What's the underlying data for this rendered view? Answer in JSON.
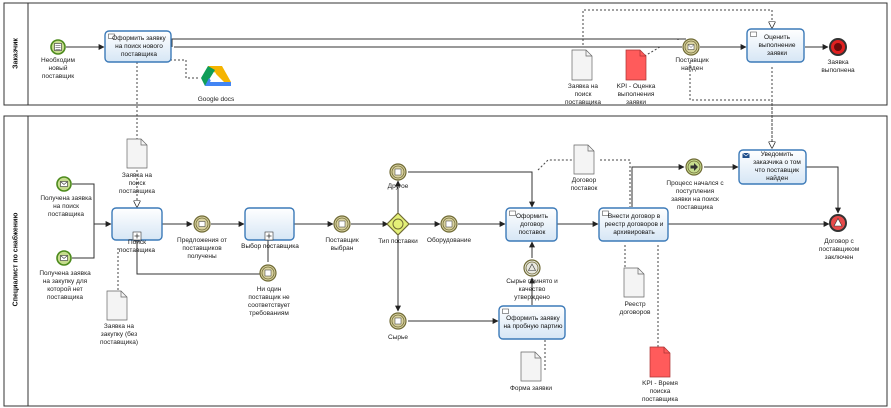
{
  "lanes": {
    "customer": "Заказчик",
    "procurement": "Специалист по снабжению"
  },
  "events": {
    "start_need": "Необходим новый поставщик",
    "start_request": "Получена заявка на поиск поставщика",
    "start_purchase": "Получена заявка на закупку для которой нет поставщика",
    "supplier_found": "Поставщик найден",
    "request_done": "Заявка выполнена",
    "proposals": "Предложения от поставщиков получены",
    "supplier_chosen": "Поставщик выбран",
    "none_fits": "Ни один поставщик не соответствует требованиям",
    "other": "Другое",
    "equipment": "Оборудование",
    "raw": "Сырье",
    "raw_accepted": "Сырье принято и качество утверждено",
    "process_started": "Процесс начался с поступления заявки на поиск поставщика",
    "contract_done": "Договор с поставщиком заключен"
  },
  "tasks": {
    "make_request": "Оформить заявку на поиск нового поставщика",
    "evaluate": "Оценить выполнение заявки",
    "search": "Поиск поставщика",
    "select": "Выбор поставщика",
    "contract": "Оформить договор поставок",
    "register": "Внести договор в реестр договоров и архивировать",
    "notify": "Уведомить заказчика о том что поставщик найден",
    "trial": "Оформить заявку на пробную партию"
  },
  "gateway": {
    "supply_type": "Тип поставки"
  },
  "artifacts": {
    "google_docs": "Google docs",
    "search_request": "Заявка на поиск поставщика",
    "search_request2": "Заявка на поиск поставщика",
    "kpi_eval": "KPI - Оценка выполнения заявки",
    "purchase_request": "Заявка на закупку (без поставщика)",
    "supply_contract": "Договор поставок",
    "contract_registry": "Реестр договоров",
    "kpi_time": "KPI - Время поиска поставщика",
    "request_form": "Форма заявки"
  },
  "colors": {
    "event_fill": "#c6dc8e",
    "event_stroke": "#4c8a1c",
    "intermediate_fill": "#d9d2a0",
    "end_fill": "#e02020",
    "task_fill": "#eaf2fa",
    "task_stroke": "#3c7ab8",
    "gateway_fill": "#e4f077",
    "kpi_fill": "#ff5b5b"
  }
}
